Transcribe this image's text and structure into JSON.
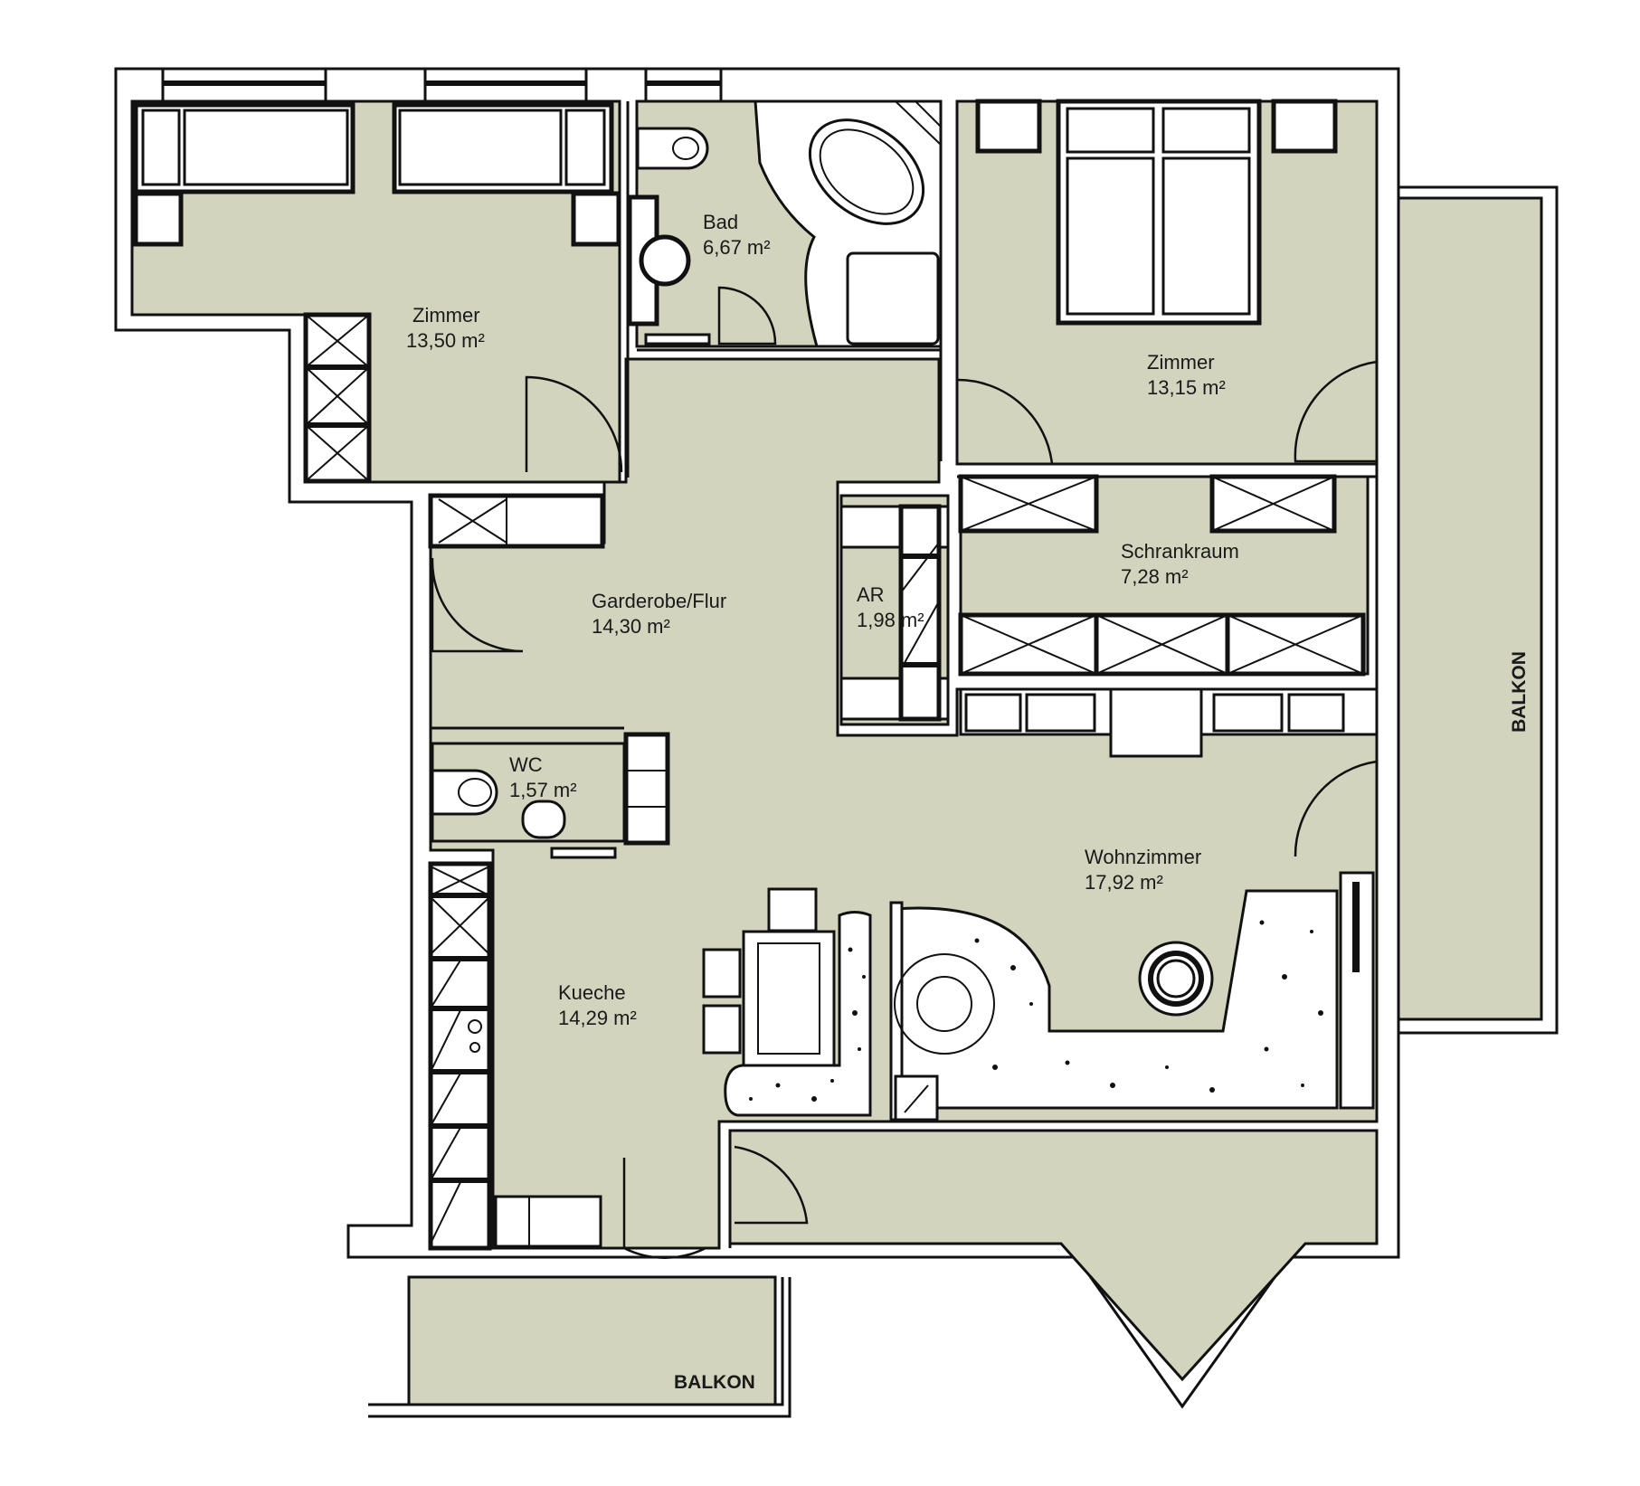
{
  "plan": {
    "fill_color": "#D2D4BE",
    "wall_color": "#111111",
    "rooms": [
      {
        "id": "zimmer_left",
        "name": "Zimmer",
        "area": "13,50",
        "unit": "m²"
      },
      {
        "id": "bad",
        "name": "Bad",
        "area": "6,67",
        "unit": "m²"
      },
      {
        "id": "zimmer_right",
        "name": "Zimmer",
        "area": "13,15",
        "unit": "m²"
      },
      {
        "id": "schrankraum",
        "name": "Schrankraum",
        "area": "7,28",
        "unit": "m²"
      },
      {
        "id": "ar",
        "name": "AR",
        "area": "1,98",
        "unit": "m²"
      },
      {
        "id": "garderobe",
        "name": "Garderobe/Flur",
        "area": "14,30",
        "unit": "m²"
      },
      {
        "id": "wc",
        "name": "WC",
        "area": "1,57",
        "unit": "m²"
      },
      {
        "id": "kueche",
        "name": "Kueche",
        "area": "14,29",
        "unit": "m²"
      },
      {
        "id": "wohnzimmer",
        "name": "Wohnzimmer",
        "area": "17,92",
        "unit": "m²"
      }
    ],
    "balconies": [
      {
        "id": "balkon_east",
        "name": "BALKON"
      },
      {
        "id": "balkon_south",
        "name": "BALKON"
      }
    ]
  },
  "labels": {
    "zimmer_left_name": "Zimmer",
    "zimmer_left_area": "13,50  m²",
    "bad_name": "Bad",
    "bad_area": "6,67  m²",
    "zimmer_right_name": "Zimmer",
    "zimmer_right_area": "13,15  m²",
    "schrankraum_name": "Schrankraum",
    "schrankraum_area": "7,28  m²",
    "ar_name": "AR",
    "ar_area": "1,98  m²",
    "garderobe_name": "Garderobe/Flur",
    "garderobe_area": "14,30  m²",
    "wc_name": "WC",
    "wc_area": "1,57  m²",
    "kueche_name": "Kueche",
    "kueche_area": "14,29  m²",
    "wohnzimmer_name": "Wohnzimmer",
    "wohnzimmer_area": "17,92  m²",
    "balkon_east": "BALKON",
    "balkon_south": "BALKON"
  }
}
